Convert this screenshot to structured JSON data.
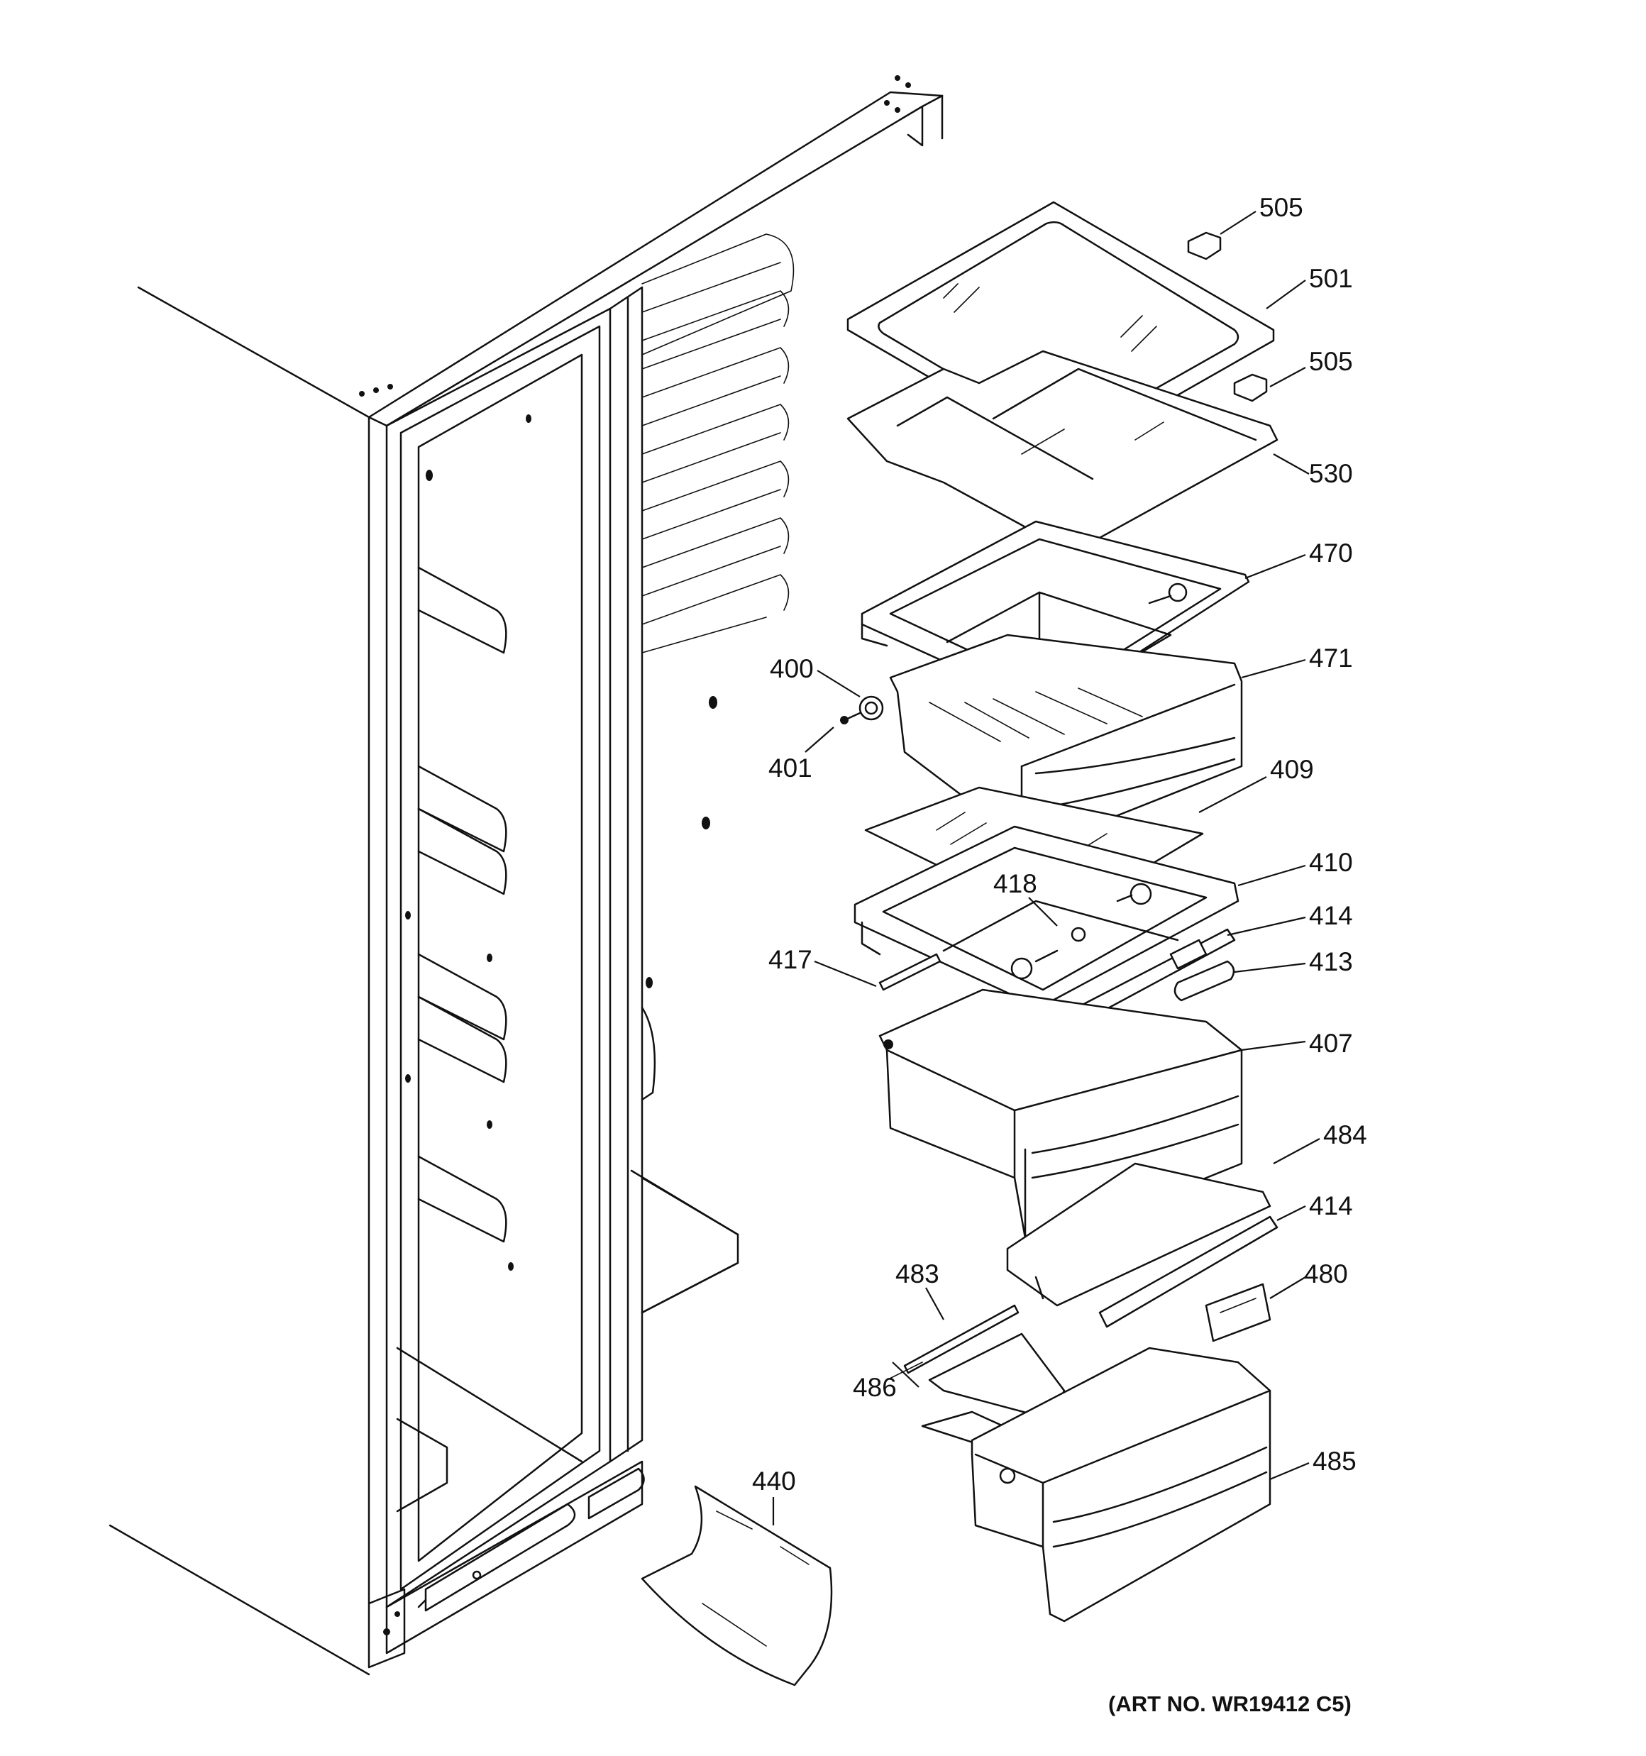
{
  "callouts": {
    "c505a": "505",
    "c501": "501",
    "c505b": "505",
    "c530": "530",
    "c470": "470",
    "c471": "471",
    "c400": "400",
    "c401": "401",
    "c409": "409",
    "c410": "410",
    "c418": "418",
    "c414a": "414",
    "c417": "417",
    "c413": "413",
    "c407": "407",
    "c484": "484",
    "c414b": "414",
    "c483": "483",
    "c480": "480",
    "c486": "486",
    "c485": "485",
    "c440": "440"
  },
  "art_number": "(ART NO. WR19412 C5)"
}
